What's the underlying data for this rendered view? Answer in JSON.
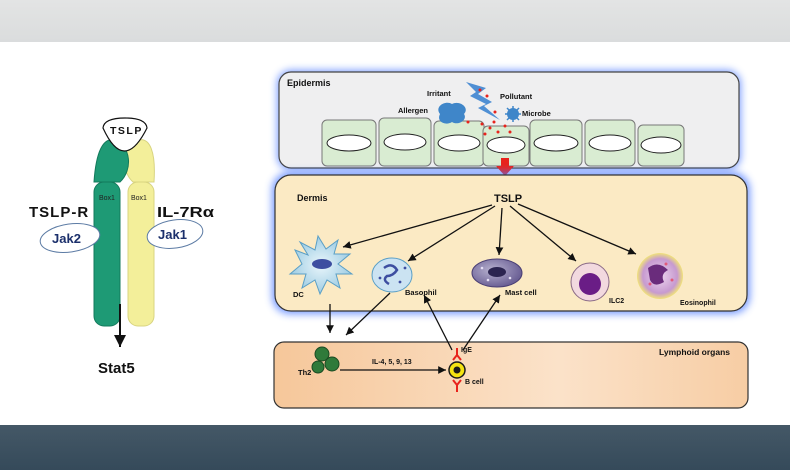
{
  "receptor": {
    "tslp": "TSLP",
    "tslp_r": "TSLP-R",
    "il7r": "IL-7Rα",
    "box1_left": "Box1",
    "box1_right": "Box1",
    "jak2": "Jak2",
    "jak1": "Jak1",
    "stat5": "Stat5"
  },
  "epidermis": {
    "title": "Epidermis",
    "irritant": "Irritant",
    "pollutant": "Pollutant",
    "allergen": "Allergen",
    "microbe": "Microbe"
  },
  "dermis": {
    "title": "Dermis",
    "tslp": "TSLP",
    "dc": "DC",
    "basophil": "Basophil",
    "mast_cell": "Mast cell",
    "ilc2": "ILC2",
    "eosinophil": "Eosinophil"
  },
  "lymphoid": {
    "title": "Lymphoid organs",
    "th2": "Th2",
    "cytokines": "IL-4, 5, 9, 13",
    "ige": "IgE",
    "b_cell": "B cell"
  },
  "colors": {
    "green_chain": "#1e9a75",
    "yellow_chain": "#f3ef9a",
    "dermis_fill": "#fbeac4",
    "lymph_fill": "#f9d4ac",
    "glow": "#4a78ff",
    "red_arrow": "#e8231c"
  }
}
